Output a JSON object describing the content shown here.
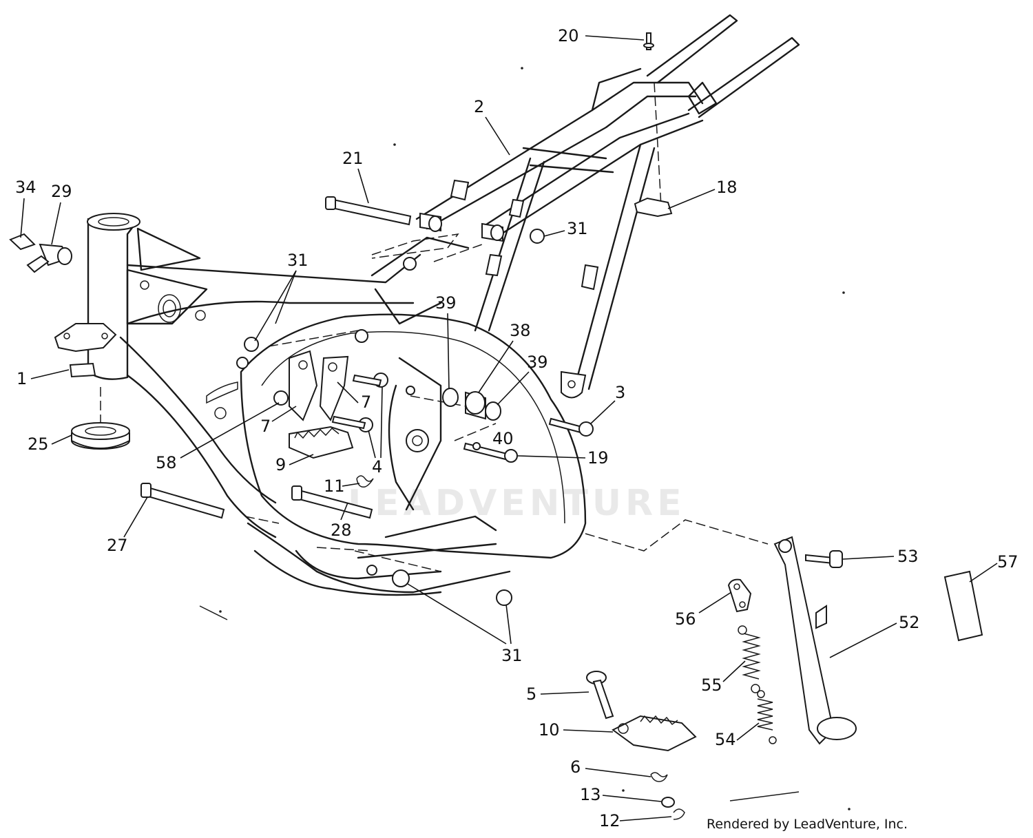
{
  "diagram": {
    "watermark": "LEADVENTURE",
    "credit": "Rendered by LeadVenture, Inc.",
    "callouts": [
      {
        "id": "c20",
        "label": "20"
      },
      {
        "id": "c2",
        "label": "2"
      },
      {
        "id": "c21",
        "label": "21"
      },
      {
        "id": "c18",
        "label": "18"
      },
      {
        "id": "c34",
        "label": "34"
      },
      {
        "id": "c29",
        "label": "29"
      },
      {
        "id": "c31a",
        "label": "31"
      },
      {
        "id": "c31b",
        "label": "31"
      },
      {
        "id": "c39a",
        "label": "39"
      },
      {
        "id": "c38",
        "label": "38"
      },
      {
        "id": "c39b",
        "label": "39"
      },
      {
        "id": "c1",
        "label": "1"
      },
      {
        "id": "c7a",
        "label": "7"
      },
      {
        "id": "c7b",
        "label": "7"
      },
      {
        "id": "c3",
        "label": "3"
      },
      {
        "id": "c25",
        "label": "25"
      },
      {
        "id": "c40",
        "label": "40"
      },
      {
        "id": "c58",
        "label": "58"
      },
      {
        "id": "c4",
        "label": "4"
      },
      {
        "id": "c9",
        "label": "9"
      },
      {
        "id": "c19",
        "label": "19"
      },
      {
        "id": "c11",
        "label": "11"
      },
      {
        "id": "c27",
        "label": "27"
      },
      {
        "id": "c28",
        "label": "28"
      },
      {
        "id": "c53",
        "label": "53"
      },
      {
        "id": "c57",
        "label": "57"
      },
      {
        "id": "c56",
        "label": "56"
      },
      {
        "id": "c52",
        "label": "52"
      },
      {
        "id": "c31c",
        "label": "31"
      },
      {
        "id": "c55",
        "label": "55"
      },
      {
        "id": "c5",
        "label": "5"
      },
      {
        "id": "c10",
        "label": "10"
      },
      {
        "id": "c54",
        "label": "54"
      },
      {
        "id": "c6",
        "label": "6"
      },
      {
        "id": "c13",
        "label": "13"
      },
      {
        "id": "c12",
        "label": "12"
      }
    ]
  }
}
